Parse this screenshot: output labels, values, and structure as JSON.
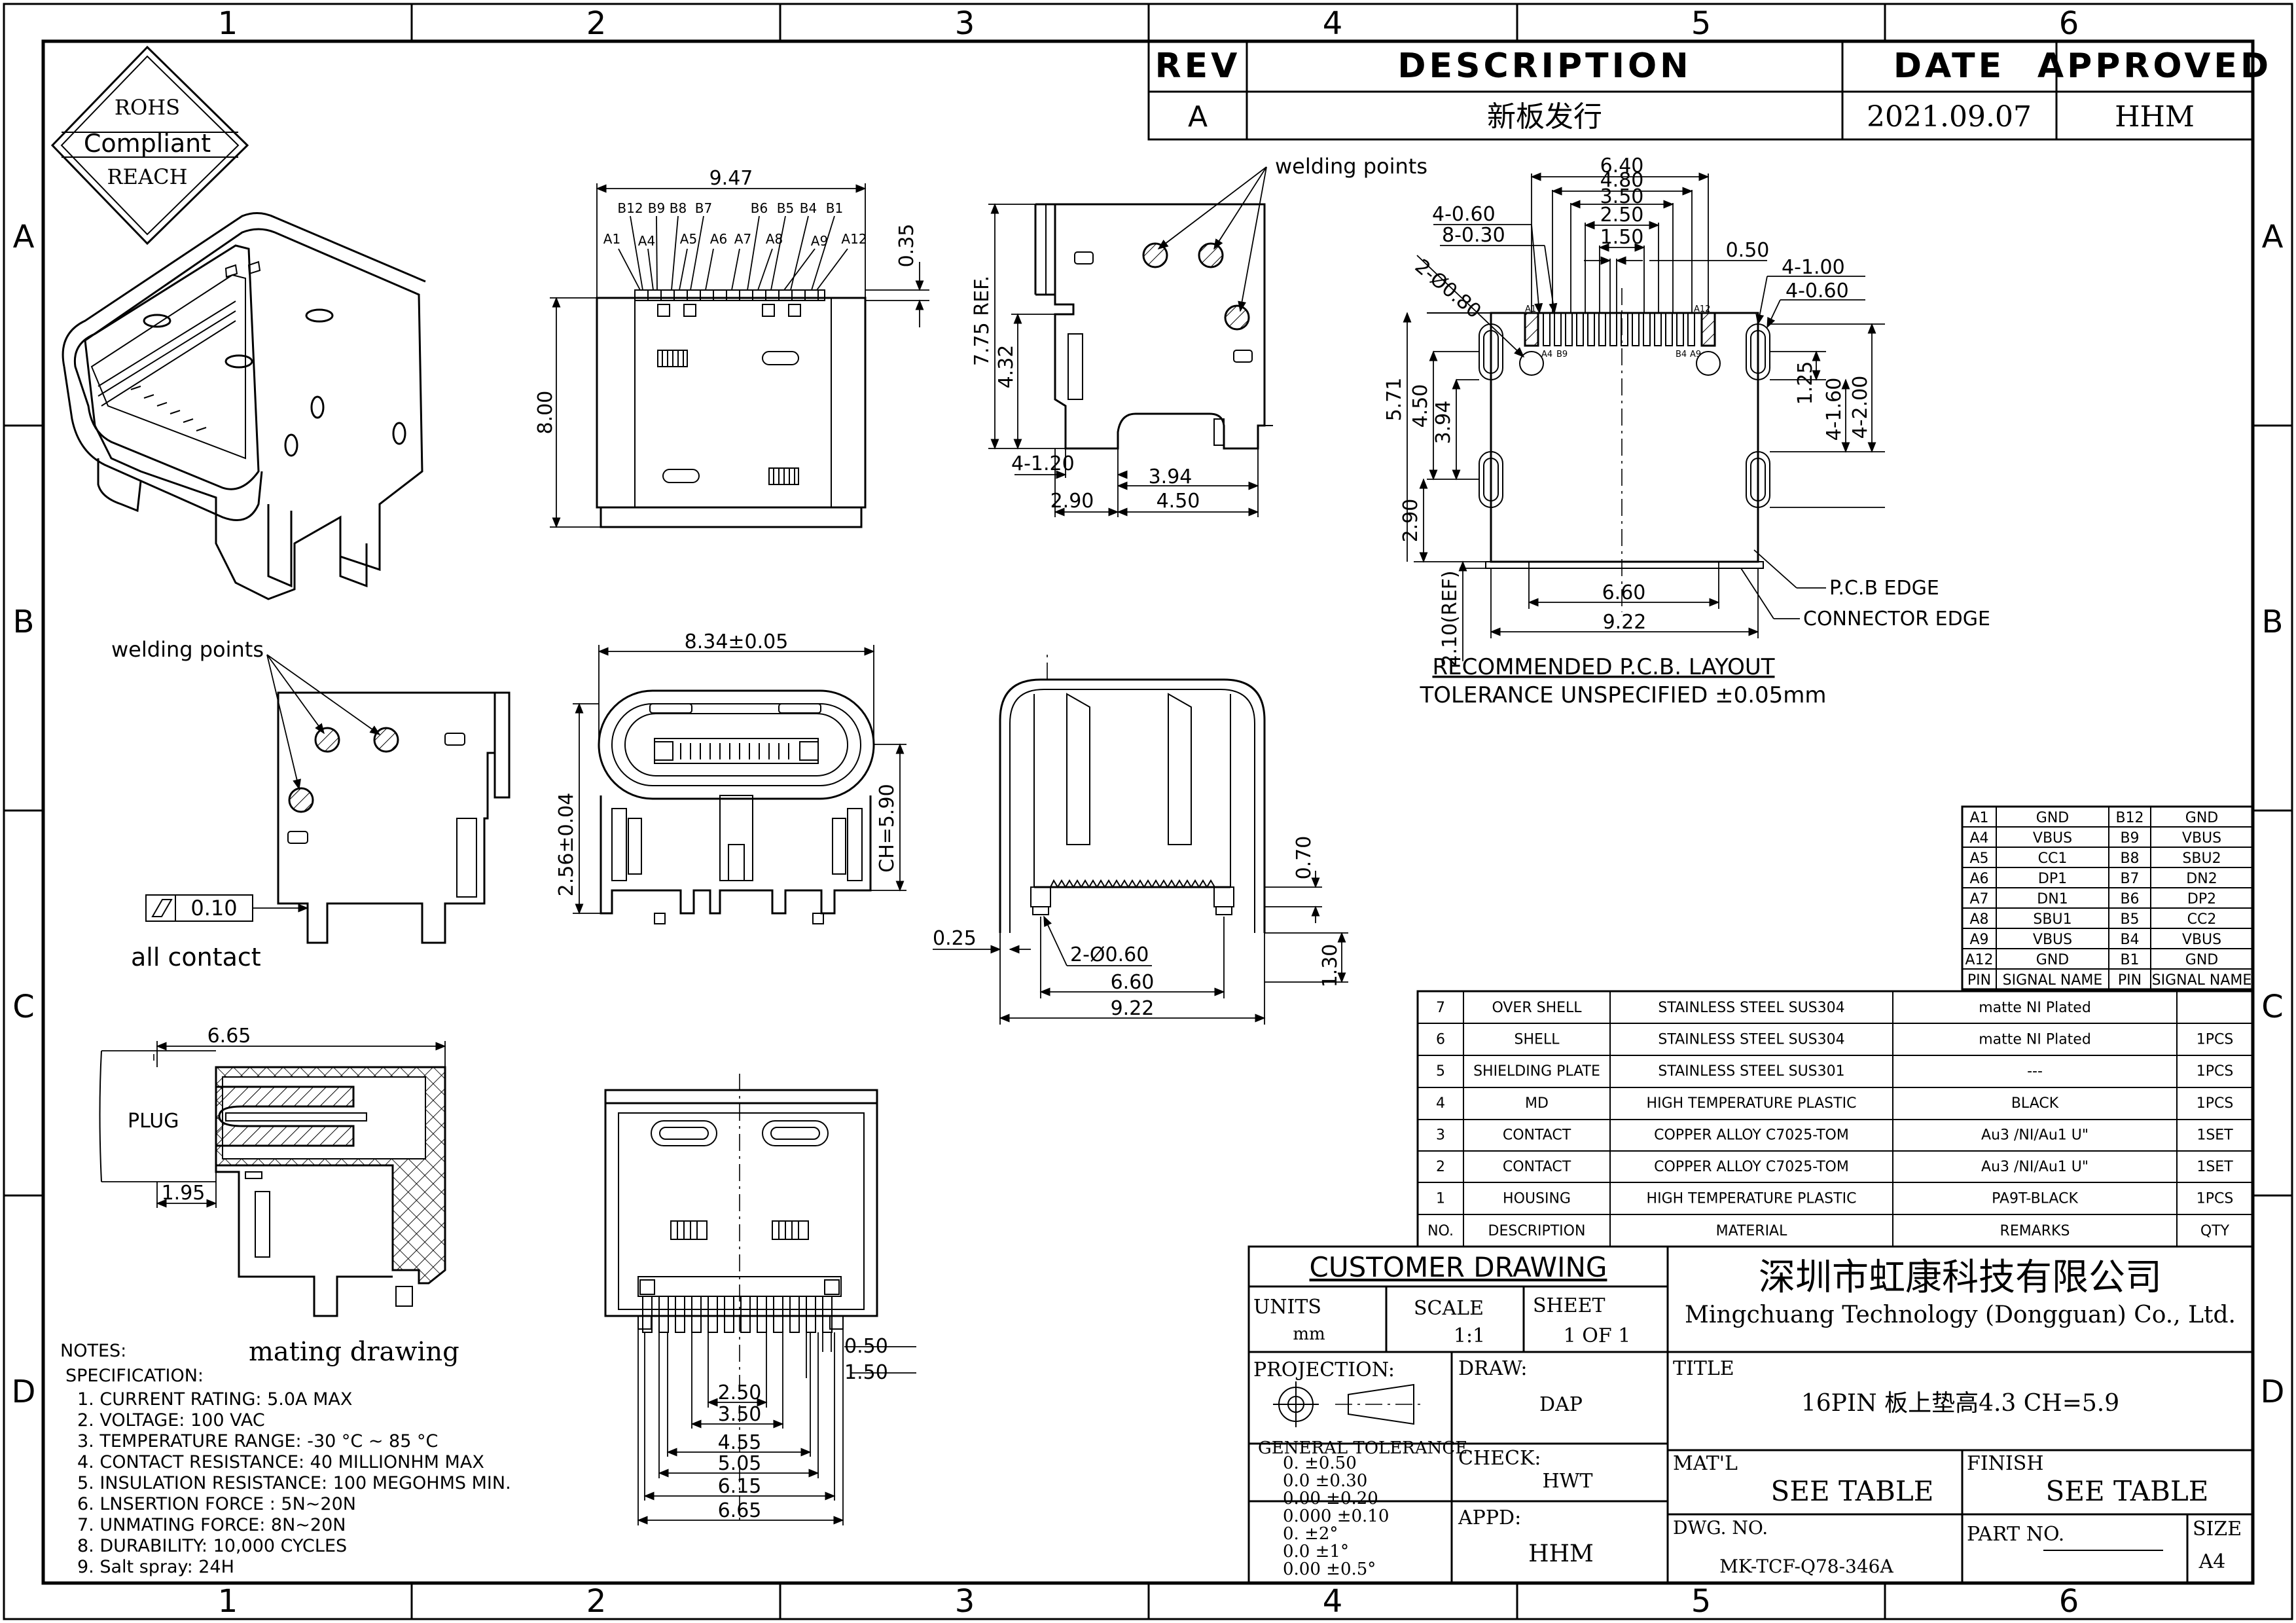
{
  "frame": {
    "columns": [
      "1",
      "2",
      "3",
      "4",
      "5",
      "6"
    ],
    "rows": [
      "A",
      "B",
      "C",
      "D"
    ]
  },
  "badge": {
    "line1": "ROHS",
    "line2": "Compliant",
    "line3": "REACH"
  },
  "revision": {
    "headers": {
      "rev": "REV",
      "description": "DESCRIPTION",
      "date": "DATE",
      "approved": "APPROVED"
    },
    "row": {
      "rev": "A",
      "description": "新板发行",
      "date": "2021.09.07",
      "approved": "HHM"
    }
  },
  "labels": {
    "welding_points": "welding points",
    "all_contact": "all contact",
    "flatness": "0.10",
    "plug": "PLUG",
    "mating_drawing": "mating drawing",
    "pcb_edge": "P.C.B EDGE",
    "connector_edge": "CONNECTOR EDGE",
    "pcb_layout_title": "RECOMMENDED  P.C.B. LAYOUT",
    "pcb_layout_tol": "TOLERANCE UNSPECIFIED ±0.05mm",
    "ch": "CH=5.90",
    "pin_marks": {
      "top": [
        "B12",
        "B9",
        "B8",
        "B7",
        "B6",
        "B5",
        "B4",
        "B1"
      ],
      "bottom": [
        "A1",
        "A4",
        "A5",
        "A6",
        "A7",
        "A8",
        "A9",
        "A12"
      ]
    }
  },
  "dims": {
    "top_view": {
      "width": "9.47",
      "height": "8.00",
      "lead": "0.35"
    },
    "side_view": {
      "ref": "7.75 REF.",
      "h": "4.32",
      "d1": "4-1.20",
      "d2": "3.94",
      "d3": "2.90",
      "d4": "4.50"
    },
    "pcb": {
      "d640": "6.40",
      "d480": "4.80",
      "d350": "3.50",
      "d250": "2.50",
      "d150": "1.50",
      "d050": "0.50",
      "pad060": "4-0.60",
      "pad030": "8-0.30",
      "hole": "2-Ø0.80",
      "slot100": "4-1.00",
      "slot060": "4-0.60",
      "v571": "5.71",
      "v450": "4.50",
      "v394": "3.94",
      "v290": "2.90",
      "v210": "2.10(REF)",
      "v125": "1.25",
      "v160": "4-1.60",
      "v200": "4-2.00",
      "b660": "6.60",
      "b922": "9.22"
    },
    "front_view": {
      "width": "8.34±0.05",
      "height": "2.56±0.04"
    },
    "rear_view": {
      "d025": "0.25",
      "hole": "2-Ø0.60",
      "d660": "6.60",
      "d922": "9.22",
      "d070": "0.70",
      "d130": "1.30"
    },
    "mating": {
      "d665": "6.65",
      "d195": "1.95"
    },
    "bottom_view": {
      "d050": "0.50",
      "d150": "1.50",
      "d250": "2.50",
      "d350": "3.50",
      "d455": "4.55",
      "d505": "5.05",
      "d615": "6.15",
      "d665": "6.65"
    }
  },
  "notes": {
    "title": "NOTES:",
    "spec_title": "SPECIFICATION:",
    "items": [
      "1. CURRENT RATING: 5.0A MAX",
      "2. VOLTAGE: 100 VAC",
      "3. TEMPERATURE RANGE: -30 °C ~ 85 °C",
      "4. CONTACT RESISTANCE: 40 MILLIONHM MAX",
      "5. INSULATION RESISTANCE: 100 MEGOHMS MIN.",
      "6. LNSERTION FORCE : 5N~20N",
      "7. UNMATING FORCE: 8N~20N",
      "8. DURABILITY:  10,000 CYCLES",
      "9. Salt spray: 24H"
    ]
  },
  "pin_table": {
    "rows": [
      [
        "A1",
        "GND",
        "B12",
        "GND"
      ],
      [
        "A4",
        "VBUS",
        "B9",
        "VBUS"
      ],
      [
        "A5",
        "CC1",
        "B8",
        "SBU2"
      ],
      [
        "A6",
        "DP1",
        "B7",
        "DN2"
      ],
      [
        "A7",
        "DN1",
        "B6",
        "DP2"
      ],
      [
        "A8",
        "SBU1",
        "B5",
        "CC2"
      ],
      [
        "A9",
        "VBUS",
        "B4",
        "VBUS"
      ],
      [
        "A12",
        "GND",
        "B1",
        "GND"
      ]
    ],
    "header": [
      "PIN",
      "SIGNAL NAME",
      "PIN",
      "SIGNAL NAME"
    ]
  },
  "bom": {
    "rows": [
      [
        "7",
        "OVER SHELL",
        "STAINLESS STEEL SUS304",
        "matte NI Plated",
        ""
      ],
      [
        "6",
        "SHELL",
        "STAINLESS STEEL SUS304",
        "matte NI Plated",
        "1PCS"
      ],
      [
        "5",
        "SHIELDING PLATE",
        "STAINLESS STEEL SUS301",
        "---",
        "1PCS"
      ],
      [
        "4",
        "MD",
        "HIGH TEMPERATURE PLASTIC",
        "BLACK",
        "1PCS"
      ],
      [
        "3",
        "CONTACT",
        "COPPER ALLOY C7025-TOM",
        "Au3 /NI/Au1 U\"",
        "1SET"
      ],
      [
        "2",
        "CONTACT",
        "COPPER ALLOY C7025-TOM",
        "Au3 /NI/Au1 U\"",
        "1SET"
      ],
      [
        "1",
        "HOUSING",
        "HIGH TEMPERATURE PLASTIC",
        "PA9T-BLACK",
        "1PCS"
      ]
    ],
    "header": [
      "NO.",
      "DESCRIPTION",
      "MATERIAL",
      "REMARKS",
      "QTY"
    ]
  },
  "title_block": {
    "customer_drawing": "CUSTOMER  DRAWING",
    "units_label": "UNITS",
    "units": "mm",
    "scale_label": "SCALE",
    "scale": "1:1",
    "sheet_label": "SHEET",
    "sheet": "1 OF 1",
    "company_cn": "深圳市虹康科技有限公司",
    "company_en": "Mingchuang Technology (Dongguan) Co., Ltd.",
    "projection_label": "PROJECTION:",
    "draw_label": "DRAW:",
    "draw": "DAP",
    "title_label": "TITLE",
    "title": "16PIN 板上垫高4.3 CH=5.9",
    "tolerance_label": "GENERAL TOLERANCE",
    "tolerances": [
      "0.    ±0.50",
      "0.0   ±0.30",
      "0.00  ±0.20",
      "0.000 ±0.10",
      "0.    ±2°",
      "0.0   ±1°",
      "0.00  ±0.5°"
    ],
    "check_label": "CHECK:",
    "check": "HWT",
    "material_label": "MAT'L",
    "material": "SEE TABLE",
    "finish_label": "FINISH",
    "finish": "SEE TABLE",
    "appd_label": "APPD:",
    "appd": "HHM",
    "dwg_label": "DWG. NO.",
    "dwg": "MK-TCF-Q78-346A",
    "part_label": "PART NO.",
    "size_label": "SIZE",
    "size": "A4"
  }
}
